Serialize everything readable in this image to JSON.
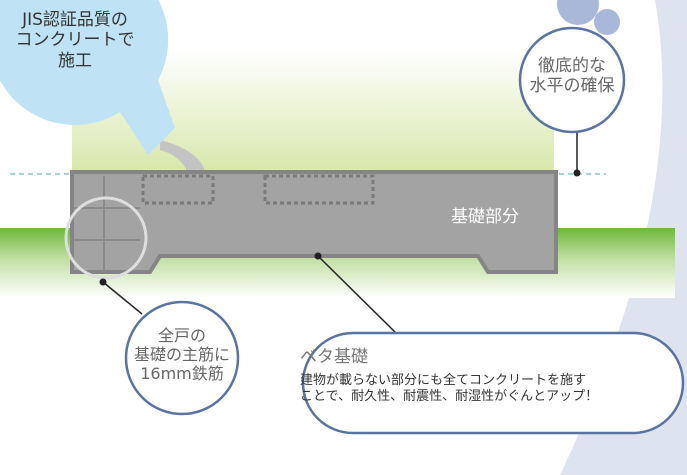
{
  "bubble_concrete": {
    "line1": "JIS認証品質の",
    "line2": "コンクリートで",
    "line3": "施工"
  },
  "circle_level": {
    "line1": "徹底的な",
    "line2": "水平の確保"
  },
  "foundation_label": "基礎部分",
  "circle_rebar": {
    "line1": "全戸の",
    "line2": "基礎の主筋に",
    "line3": "16mm鉄筋"
  },
  "beta_box": {
    "title": "ベタ基礎",
    "body_line1": "建物が載らない部分にも全てコンクリートを施す",
    "body_line2": "ことで、耐久性、耐震性、耐湿性がぐんとアップ！"
  },
  "colors": {
    "outline": "#5a73a0",
    "bubble": "#bfe3f5",
    "foundation": "#a3a3a3",
    "grass": "#7cc04a",
    "side": "#dde3ef"
  }
}
